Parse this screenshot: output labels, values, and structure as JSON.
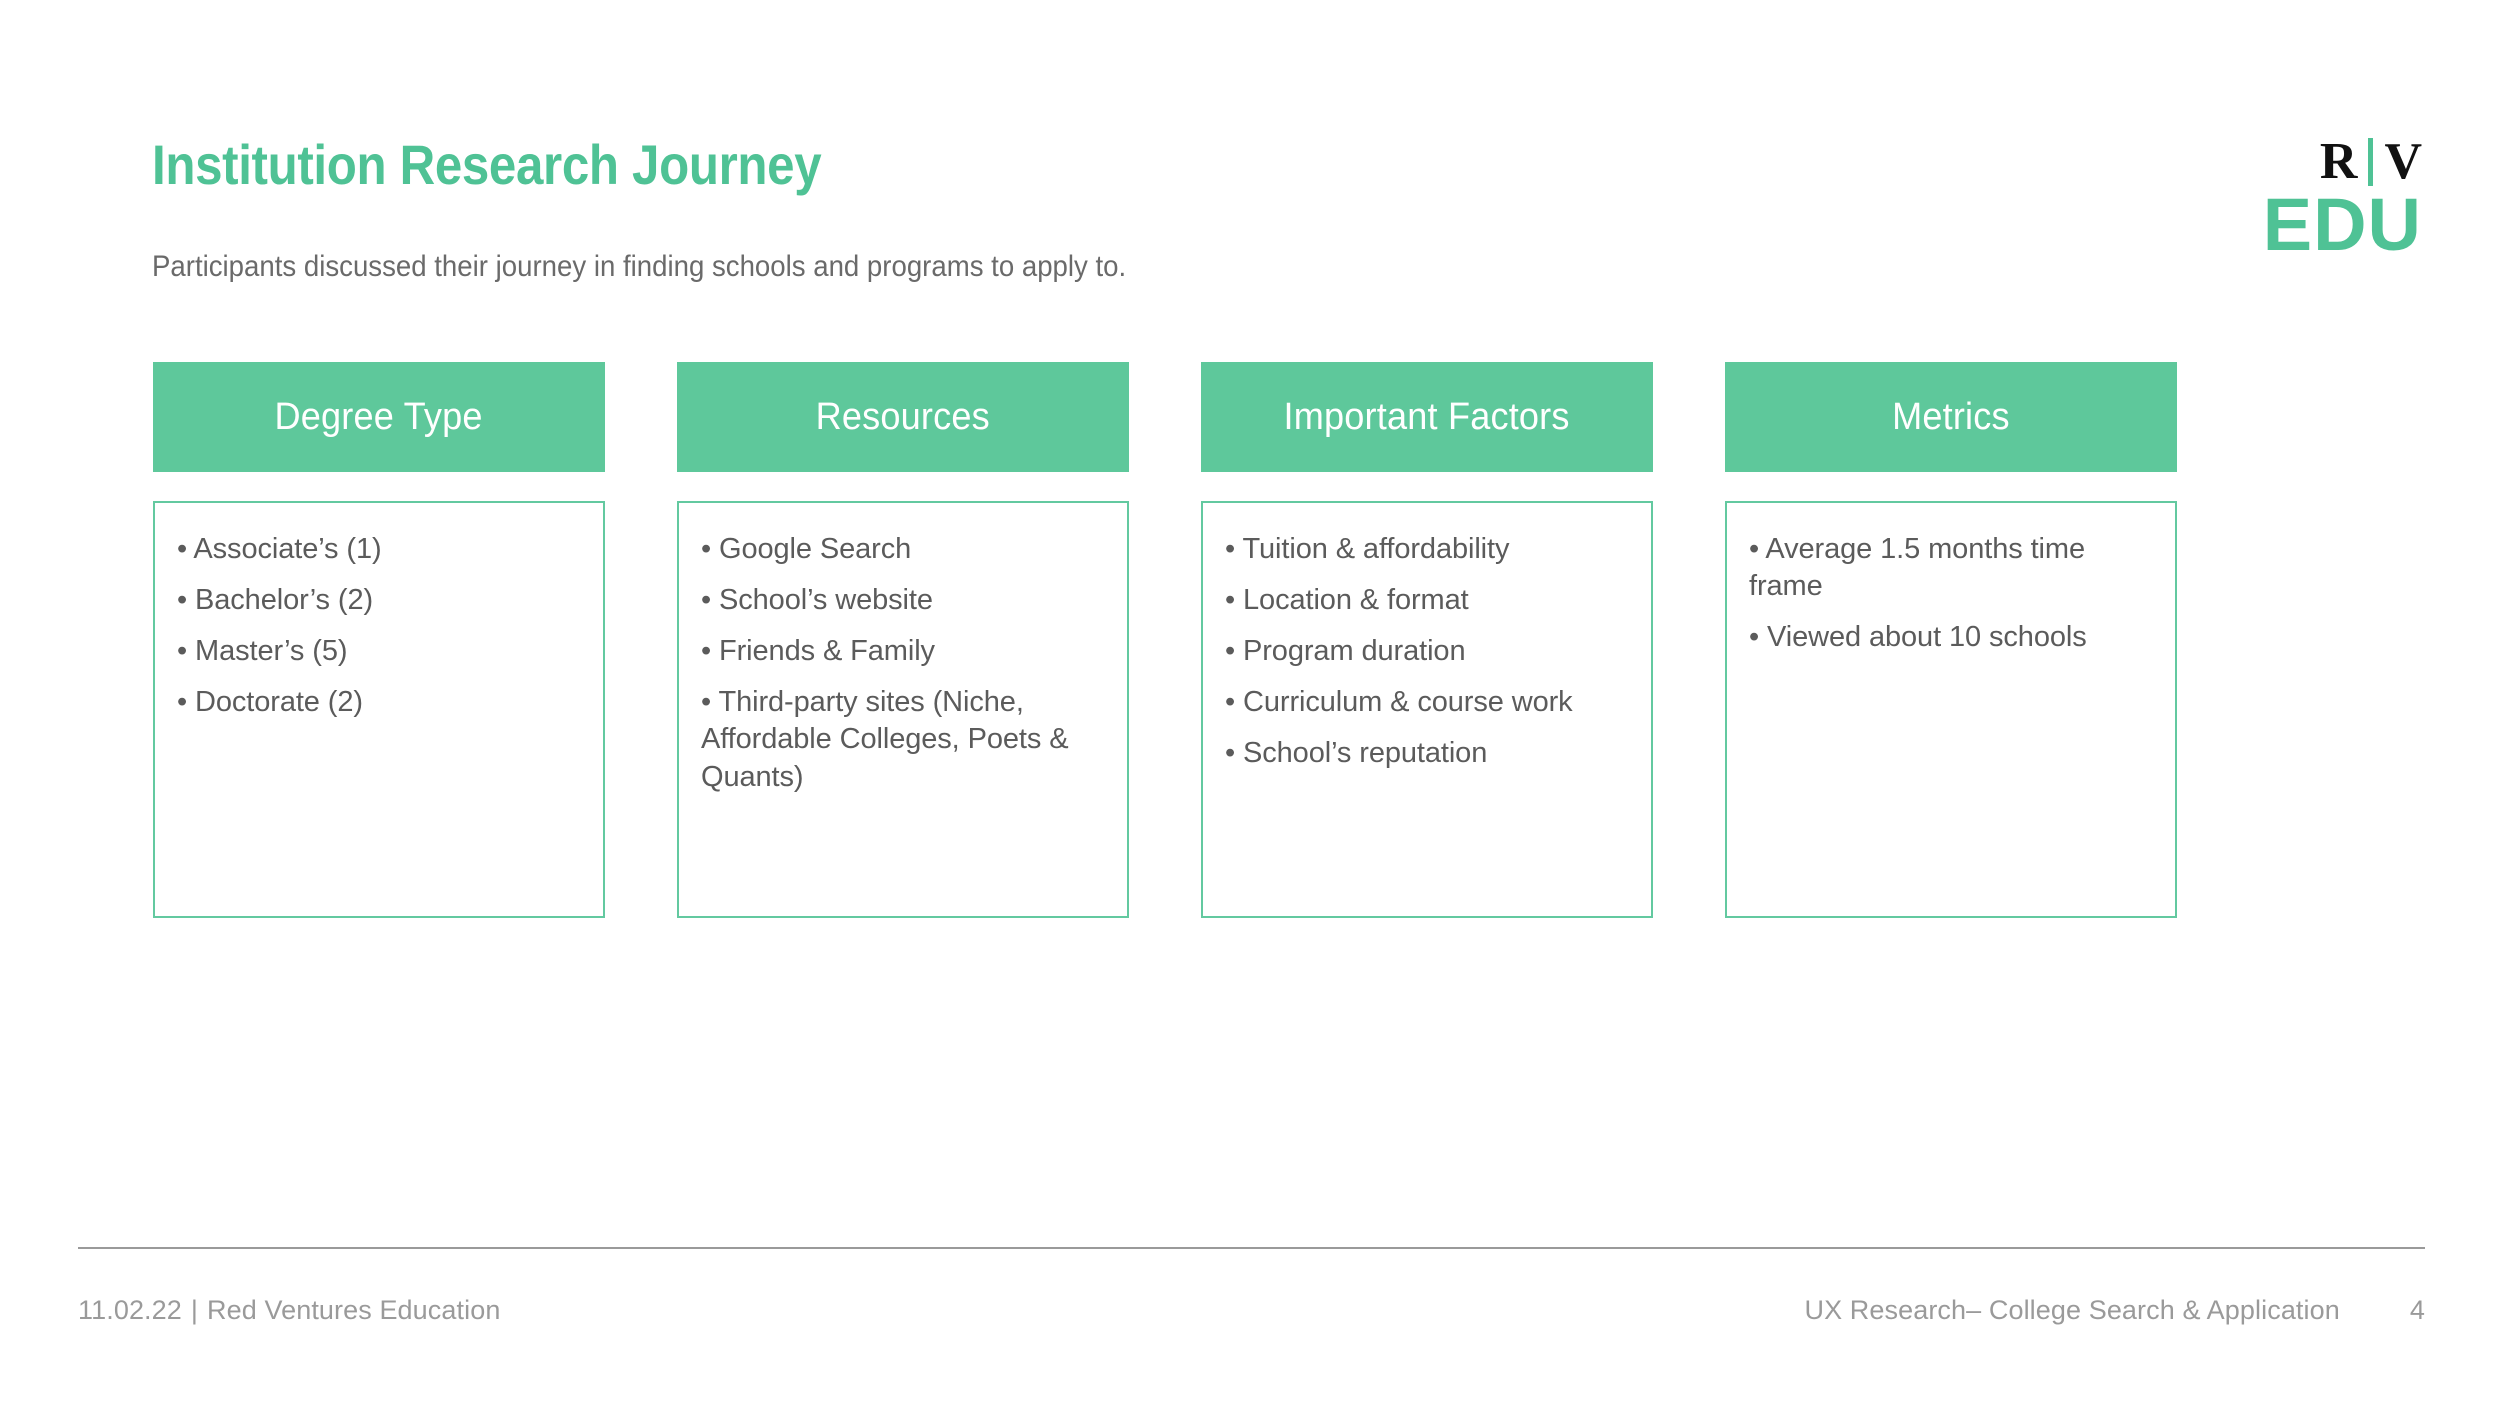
{
  "slide": {
    "title": "Institution Research Journey",
    "subtitle": "Participants discussed their journey in finding schools and programs to apply to.",
    "accent_color": "#5EC89B",
    "title_color": "#4FC295",
    "border_color": "#63C9A0",
    "body_text_color": "#5B5B5B",
    "footer_text_color": "#9A9A9A"
  },
  "logo": {
    "letter_r": "R",
    "letter_v": "V",
    "divider": "|",
    "wordmark": "EDU"
  },
  "columns": [
    {
      "header": "Degree Type",
      "items": [
        "• Associate’s (1)",
        "• Bachelor’s (2)",
        "• Master’s (5)",
        "• Doctorate (2)"
      ]
    },
    {
      "header": "Resources",
      "items": [
        "• Google Search",
        "• School’s website",
        "• Friends & Family",
        "• Third-party sites (Niche, Affordable Colleges, Poets & Quants)"
      ]
    },
    {
      "header": "Important Factors",
      "items": [
        "• Tuition & affordability",
        "• Location & format",
        "• Program duration",
        "• Curriculum & course work",
        "• School’s reputation"
      ]
    },
    {
      "header": "Metrics",
      "items": [
        "• Average 1.5 months time frame",
        "• Viewed about 10 schools"
      ]
    }
  ],
  "footer": {
    "date": "11.02.22",
    "separator": "|",
    "organization": "Red Ventures Education",
    "project": "UX Research– College Search & Application",
    "page_number": "4"
  }
}
